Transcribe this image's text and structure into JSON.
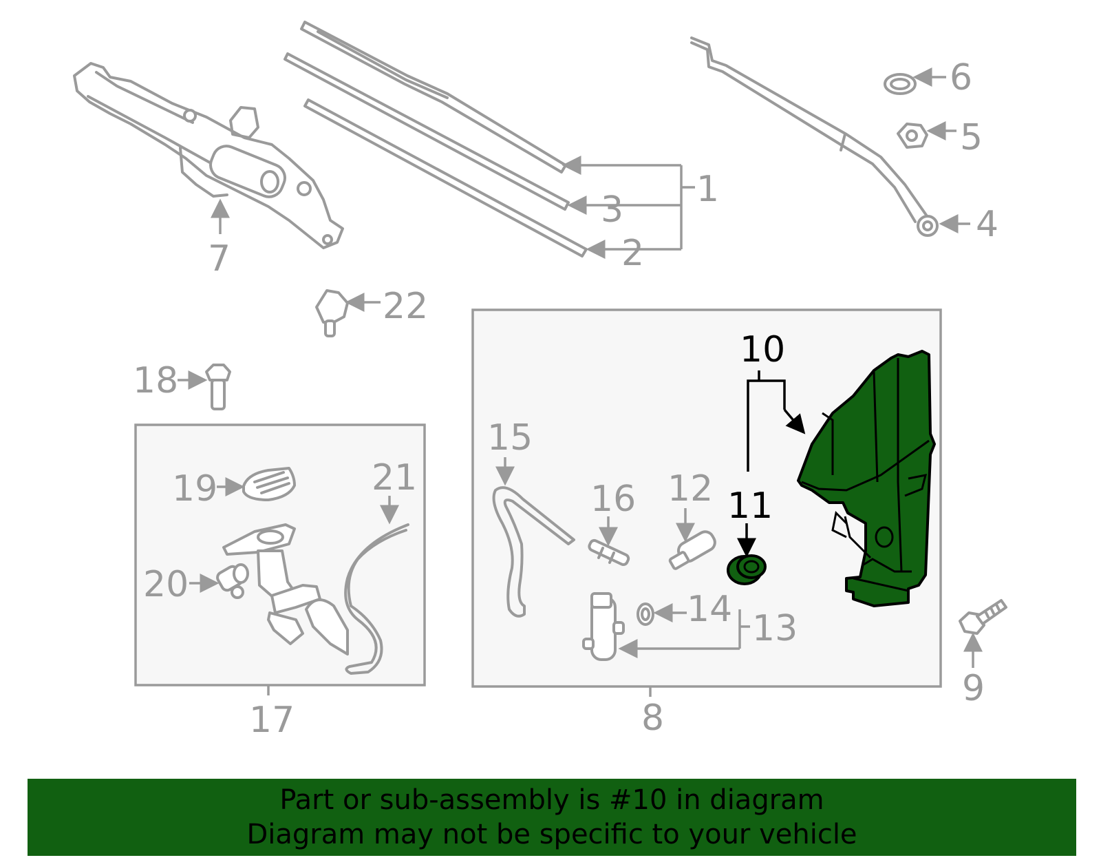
{
  "callouts": {
    "c1": "1",
    "c2": "2",
    "c3": "3",
    "c4": "4",
    "c5": "5",
    "c6": "6",
    "c7": "7",
    "c8": "8",
    "c9": "9",
    "c10": "10",
    "c11": "11",
    "c12": "12",
    "c13": "13",
    "c14": "14",
    "c15": "15",
    "c16": "16",
    "c17": "17",
    "c18": "18",
    "c19": "19",
    "c20": "20",
    "c21": "21",
    "c22": "22"
  },
  "highlighted_part": "10",
  "colors": {
    "highlight": "#116011",
    "line": "#9a9a9a",
    "panel": "#f7f7f7"
  },
  "banner": {
    "line1": "Part or sub-assembly is #10 in diagram",
    "line2": "Diagram may not be specific to your vehicle"
  }
}
